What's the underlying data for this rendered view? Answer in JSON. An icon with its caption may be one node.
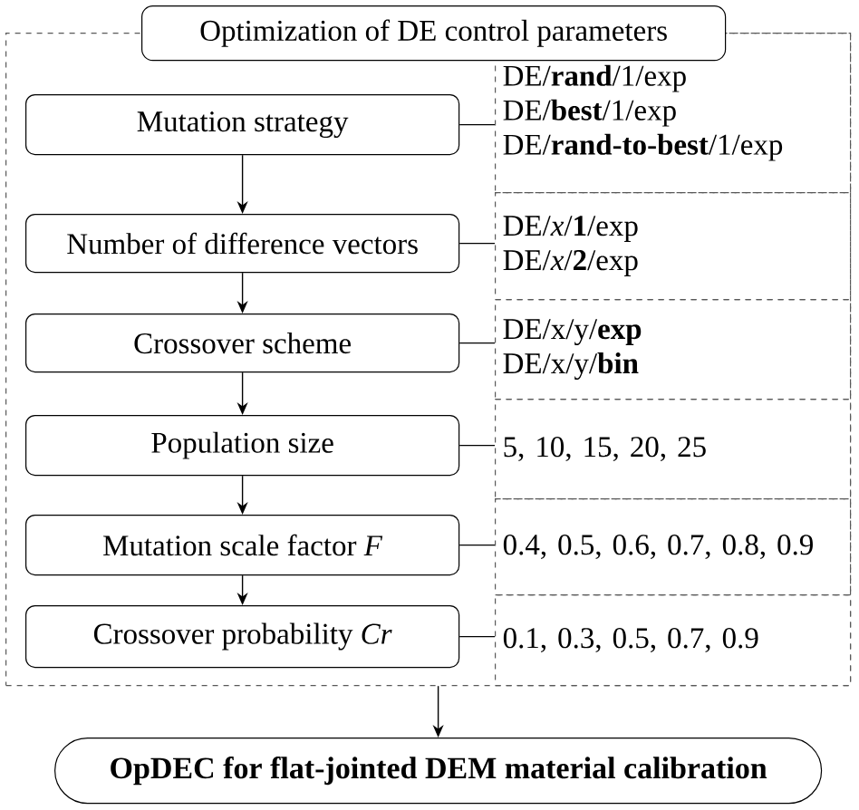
{
  "diagram": {
    "nodes": [
      {
        "text": [],
        "shape": "box"
      },
      {
        "text": [
          "Optimization of DE control parameters"
        ]
      },
      {
        "text": [
          "Mutation strategy"
        ],
        "in": 0
      },
      {
        "text": [
          "Number of difference vectors"
        ],
        "in": 0
      },
      {
        "text": [
          "Crossover scheme"
        ],
        "in": 0
      },
      {
        "text": [
          "Population size"
        ],
        "in": 0
      },
      {
        "text": [
          "Mutation scale factor *F*"
        ],
        "in": 0
      },
      {
        "text": [
          "Crossover probability *Cr*"
        ],
        "in": 0
      },
      {
        "text": [
          "DE/**rand**/1/exp",
          "DE/**best**/1/exp",
          "DE/**rand-to-best**/1/exp"
        ],
        "in": 0
      },
      {
        "text": [
          "DE/*x*/**1**/exp",
          "DE/*x*/**2**/exp"
        ],
        "in": 0
      },
      {
        "text": [
          "DE/x/y/**exp**",
          "DE/x/y/**bin**"
        ],
        "in": 0
      },
      {
        "text": [
          "5, 10, 15, 20, 25"
        ],
        "in": 0
      },
      {
        "text": [
          "0.4, 0.5, 0.6, 0.7, 0.8, 0.9"
        ],
        "in": 0
      },
      {
        "text": [
          "0.1, 0.3, 0.5, 0.7, 0.9"
        ],
        "in": 0
      },
      {
        "text": [
          "OpDEC for flat-jointed DEM material calibration"
        ]
      }
    ],
    "edges": [
      {
        "from": 2,
        "to": 3,
        "arrow": "to"
      },
      {
        "from": 3,
        "to": 4,
        "arrow": "to"
      },
      {
        "from": 4,
        "to": 5,
        "arrow": "to"
      },
      {
        "from": 5,
        "to": 6,
        "arrow": "to"
      },
      {
        "from": 6,
        "to": 7,
        "arrow": "to"
      },
      {
        "from": 2,
        "to": 8,
        "arrow": "none"
      },
      {
        "from": 3,
        "to": 9,
        "arrow": "none"
      },
      {
        "from": 4,
        "to": 10,
        "arrow": "none"
      },
      {
        "from": 5,
        "to": 11,
        "arrow": "none"
      },
      {
        "from": 6,
        "to": 12,
        "arrow": "none"
      },
      {
        "from": 7,
        "to": 13,
        "arrow": "none"
      },
      {
        "from": 0,
        "to": 14,
        "arrow": "to"
      }
    ]
  }
}
